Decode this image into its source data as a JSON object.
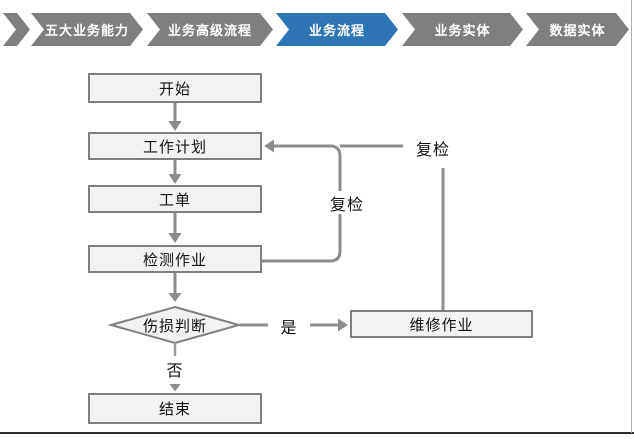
{
  "nav": {
    "items": [
      {
        "label": "五大业务能力",
        "active": false
      },
      {
        "label": "业务高级流程",
        "active": false
      },
      {
        "label": "业务流程",
        "active": true
      },
      {
        "label": "业务实体",
        "active": false
      },
      {
        "label": "数据实体",
        "active": false
      }
    ],
    "colors": {
      "inactive": "#7f7f7f",
      "active": "#2e75b6",
      "text": "#ffffff"
    }
  },
  "flowchart": {
    "nodes": [
      {
        "id": "start",
        "label": "开始",
        "type": "rect"
      },
      {
        "id": "work-plan",
        "label": "工作计划",
        "type": "rect"
      },
      {
        "id": "work-order",
        "label": "工单",
        "type": "rect"
      },
      {
        "id": "inspection-job",
        "label": "检测作业",
        "type": "rect"
      },
      {
        "id": "damage-judgment",
        "label": "伤损判断",
        "type": "diamond"
      },
      {
        "id": "repair-job",
        "label": "维修作业",
        "type": "rect"
      },
      {
        "id": "end",
        "label": "结束",
        "type": "rect"
      }
    ],
    "edge_labels": {
      "recheck_inner": "复检",
      "recheck_outer": "复检",
      "yes": "是",
      "no": "否"
    },
    "colors": {
      "node_fill": "#f2f2f2",
      "node_border": "#7f7f7f",
      "arrow": "#8c8c8c"
    }
  }
}
